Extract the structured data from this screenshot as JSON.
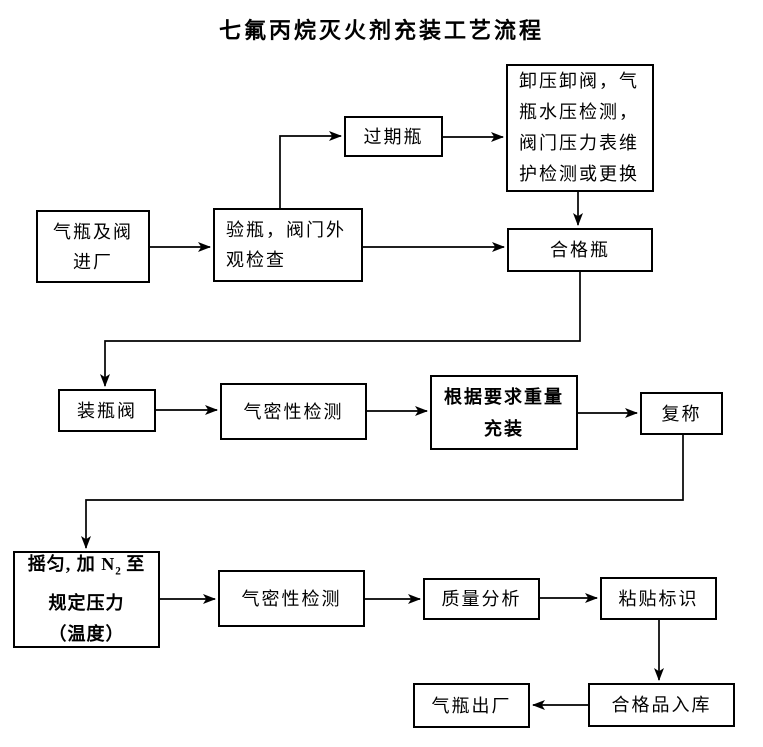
{
  "title": "七氟丙烷灭火剂充装工艺流程",
  "nodes": {
    "intake": {
      "lines": [
        "气瓶及阀",
        "进厂"
      ]
    },
    "inspect": {
      "lines": [
        "验瓶，阀门外",
        "观检查"
      ]
    },
    "expired": {
      "label": "过期瓶"
    },
    "maintain": {
      "lines": [
        "卸压卸阀，气",
        "瓶水压检测，",
        "阀门压力表维",
        "护检测或更换"
      ]
    },
    "qualified": {
      "label": "合格瓶"
    },
    "valve": {
      "label": "装瓶阀"
    },
    "airtight1": {
      "label": "气密性检测"
    },
    "fill": {
      "lines": [
        "根据要求重量",
        "充装"
      ]
    },
    "reweigh": {
      "label": "复称"
    },
    "shake": {
      "line1_pre": "摇匀, 加 N",
      "line1_sub": "2",
      "line1_post": " 至",
      "line2": "规定压力",
      "line3": "（温度）"
    },
    "airtight2": {
      "label": "气密性检测"
    },
    "quality": {
      "label": "质量分析"
    },
    "labeling": {
      "label": "粘贴标识"
    },
    "warehouse": {
      "label": "合格品入库"
    },
    "shipout": {
      "label": "气瓶出厂"
    }
  },
  "colors": {
    "line": "#000000",
    "background": "#ffffff"
  }
}
